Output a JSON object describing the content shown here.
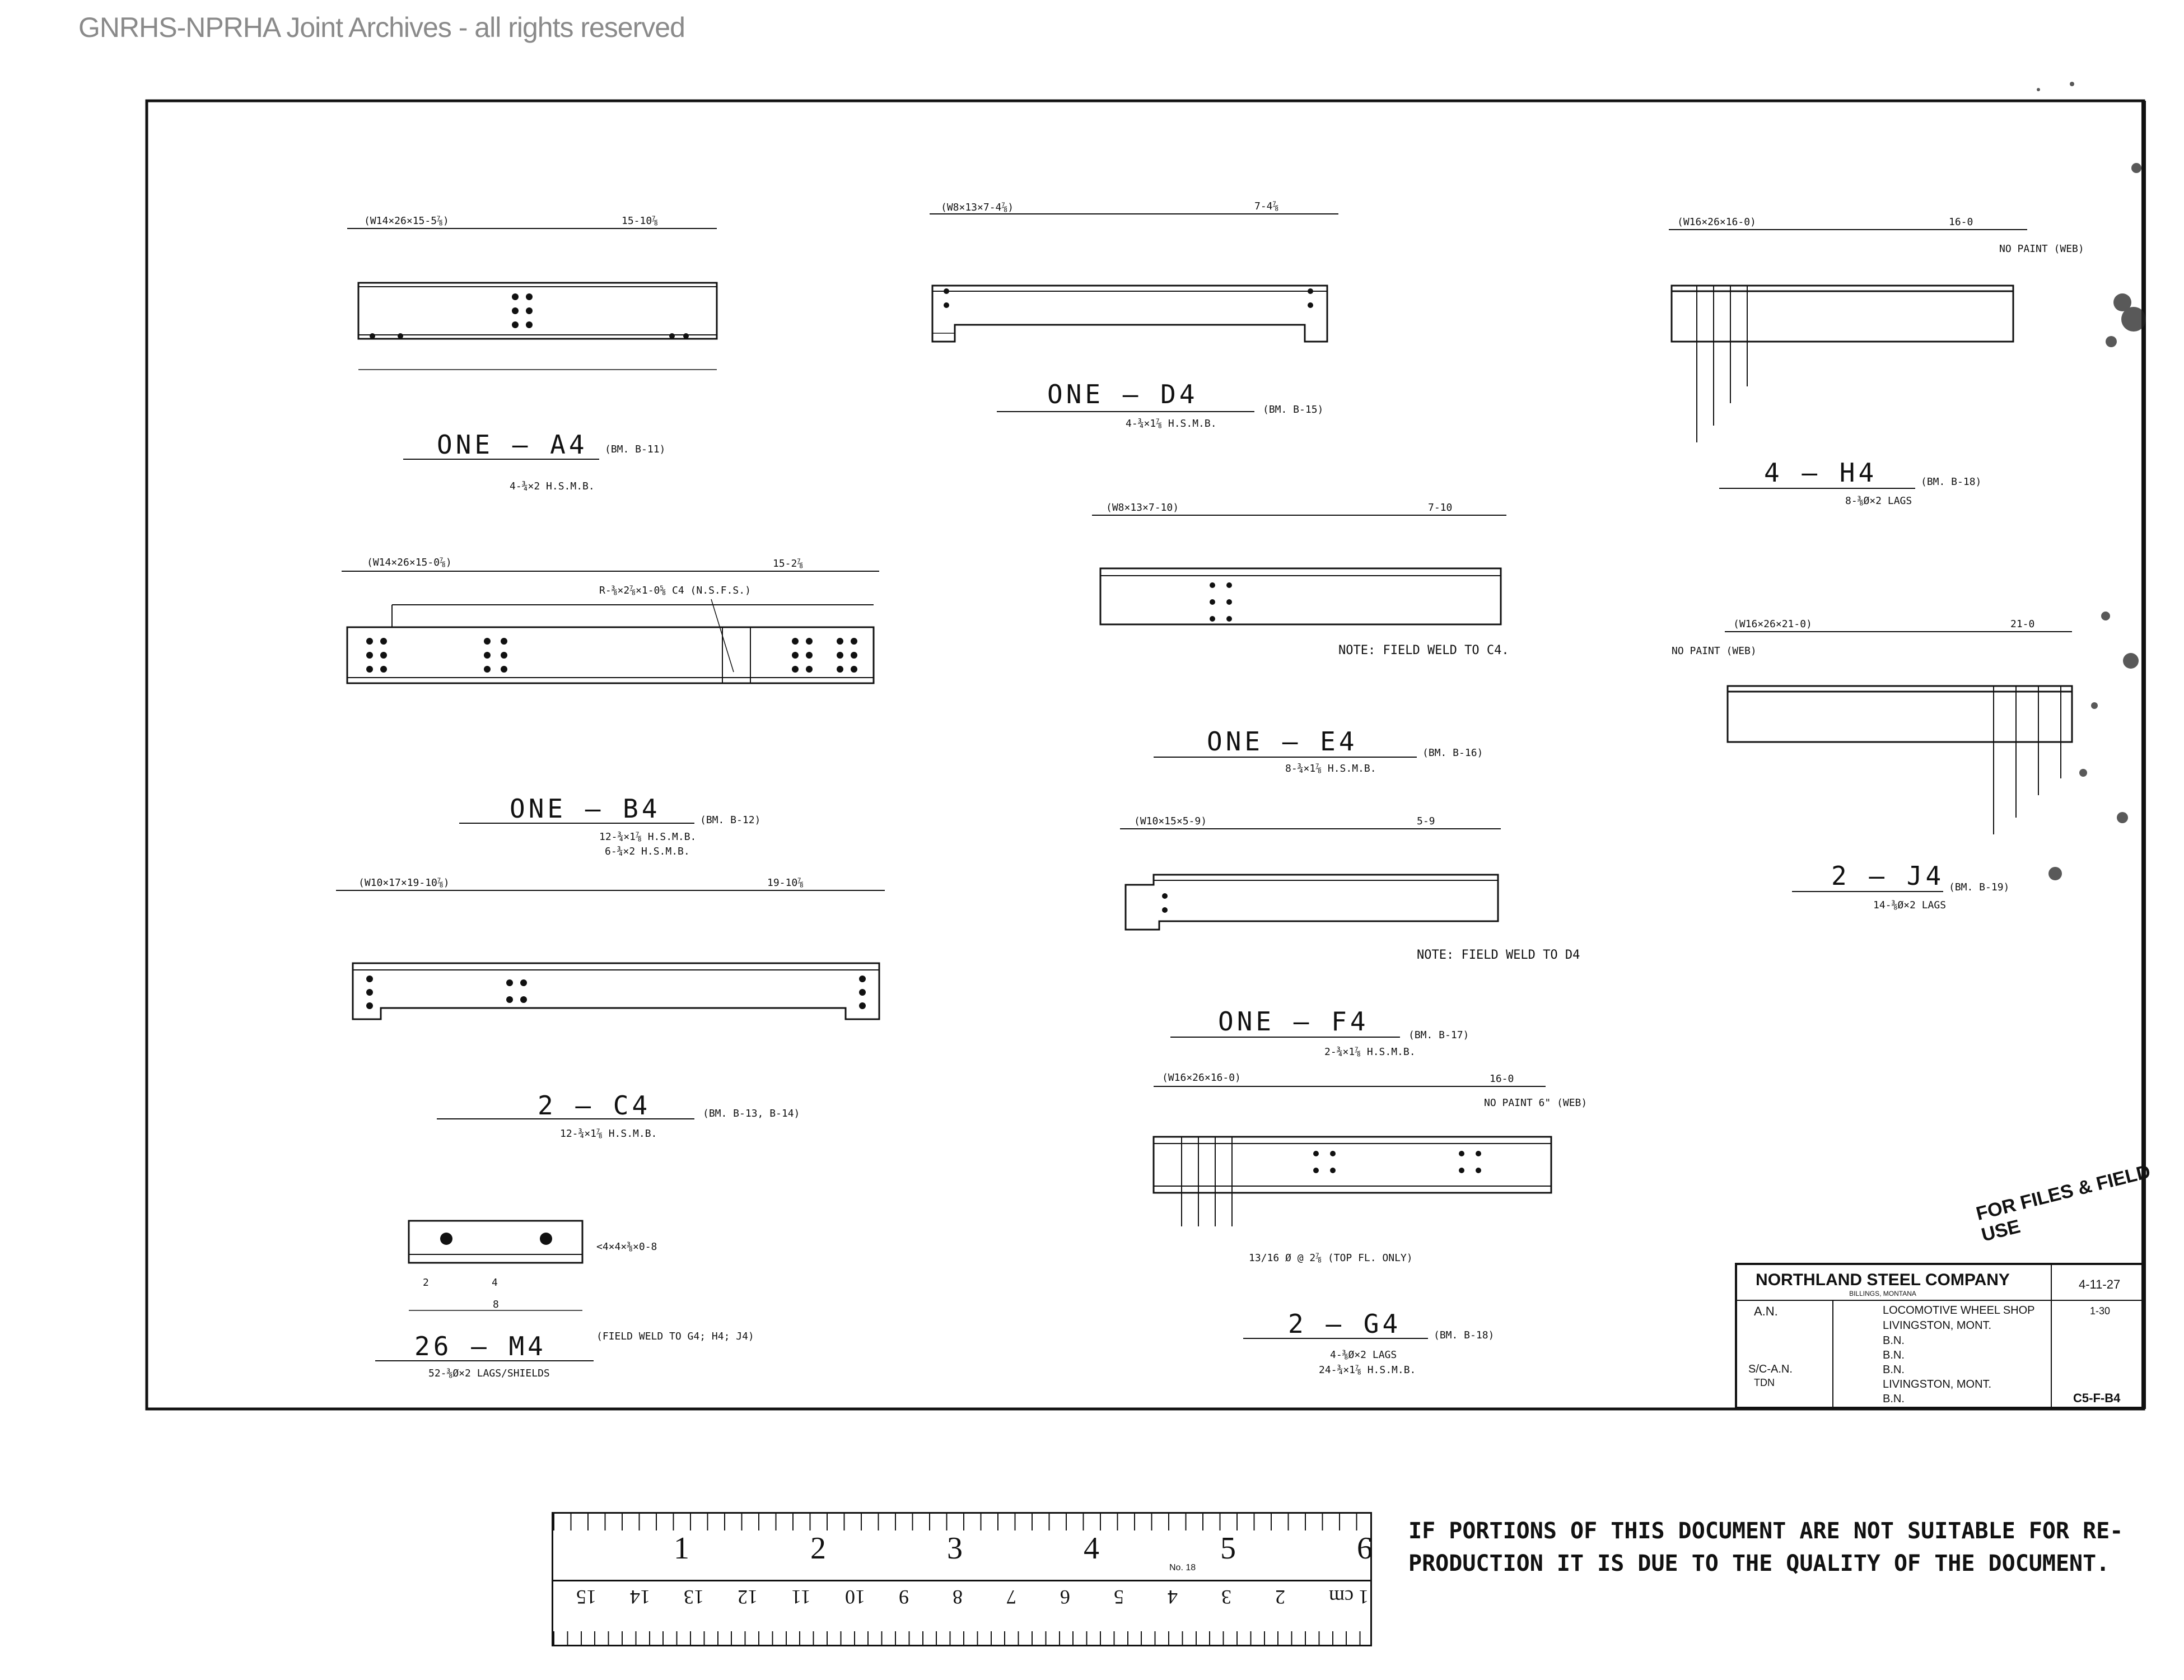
{
  "header": {
    "watermark": "GNRHS-NPRHA Joint Archives - all rights reserved"
  },
  "parts": {
    "a4": {
      "dims": "(W14×26×15-5⅞)",
      "len": "15-10⅞",
      "title": "ONE — A4",
      "ref": "(BM. B-11)",
      "sub": "4-¾×2 H.S.M.B."
    },
    "b4": {
      "dims": "(W14×26×15-0⅞)",
      "len": "15-2⅞",
      "title": "ONE — B4",
      "ref": "(BM. B-12)",
      "sub1": "12-¾×1⅞ H.S.M.B.",
      "sub2": "6-¾×2 H.S.M.B.",
      "note": "R-⅜×2⅞×1-0⅝ C4 (N.S.F.S.)"
    },
    "c4": {
      "dims": "(W10×17×19-10⅞)",
      "len": "19-10⅞",
      "title": "2 — C4",
      "ref": "(BM. B-13, B-14)",
      "sub": "12-¾×1⅞ H.S.M.B."
    },
    "d4": {
      "dims": "(W8×13×7-4⅞)",
      "len": "7-4⅞",
      "title": "ONE — D4",
      "ref": "(BM. B-15)",
      "sub": "4-¾×1⅞ H.S.M.B."
    },
    "e4": {
      "dims": "(W8×13×7-10)",
      "len": "7-10",
      "title": "ONE — E4",
      "ref": "(BM. B-16)",
      "sub": "8-¾×1⅞ H.S.M.B.",
      "note": "NOTE: FIELD WELD TO C4."
    },
    "f4": {
      "dims": "(W10×15×5-9)",
      "len": "5-9",
      "title": "ONE — F4",
      "ref": "(BM. B-17)",
      "sub": "2-¾×1⅞ H.S.M.B.",
      "note": "NOTE: FIELD WELD TO D4"
    },
    "g4": {
      "dims": "(W16×26×16-0)",
      "len": "16-0",
      "title": "2 — G4",
      "ref": "(BM. B-18)",
      "sub1": "4-⅜Ø×2 LAGS",
      "sub2": "24-¾×1⅞ H.S.M.B.",
      "nopaint": "NO PAINT 6\" (WEB)",
      "holes": "13/16 Ø @ 2⅞ (TOP FL. ONLY)"
    },
    "h4": {
      "dims": "(W16×26×16-0)",
      "len": "16-0",
      "title": "4 — H4",
      "ref": "(BM. B-18)",
      "sub": "8-⅜Ø×2 LAGS",
      "nopaint": "NO PAINT (WEB)"
    },
    "j4": {
      "dims": "(W16×26×21-0)",
      "len": "21-0",
      "title": "2 — J4",
      "ref": "(BM. B-19)",
      "sub": "14-⅜Ø×2 LAGS",
      "nopaint": "NO PAINT (WEB)"
    },
    "m4": {
      "dims": "<4×4×⅜×0-8",
      "title": "26 — M4",
      "ref": "(FIELD WELD TO G4; H4; J4)",
      "sub": "52-⅜Ø×2 LAGS/SHIELDS",
      "w": "8",
      "a": "2",
      "b": "4"
    }
  },
  "stamp": "FOR FILES & FIELD USE",
  "titleblock": {
    "company": "NORTHLAND STEEL COMPANY",
    "location": "BILLINGS, MONTANA",
    "project": "LOCOMOTIVE WHEEL SHOP",
    "city": "LIVINGSTON, MONT.",
    "owner": "B.N.",
    "engineer": "B.N.",
    "architect": "B.N.",
    "place": "LIVINGSTON, MONT.",
    "client": "B.N.",
    "drawn": "A.N.",
    "checked": "S/C-A.N.",
    "approved": "TDN",
    "date": "4-11-27",
    "date2": "1-30",
    "sheet": "C5-F-B4"
  },
  "ruler": {
    "inches": [
      "1",
      "2",
      "3",
      "4",
      "5",
      "6"
    ],
    "cm": [
      "1 cm",
      "2",
      "3",
      "4",
      "5",
      "6",
      "7",
      "8",
      "9",
      "10",
      "11",
      "12",
      "13",
      "14",
      "15"
    ],
    "model": "No. 18"
  },
  "disclaimer": {
    "line1": "IF PORTIONS OF THIS DOCUMENT ARE NOT SUITABLE FOR RE-",
    "line2": "PRODUCTION IT IS DUE TO THE QUALITY OF THE DOCUMENT."
  }
}
